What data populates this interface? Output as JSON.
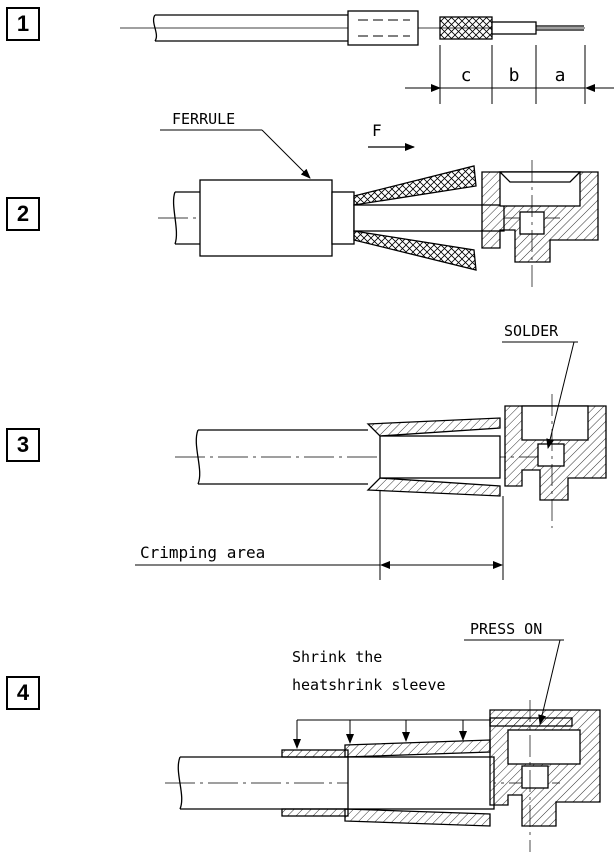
{
  "steps": [
    {
      "number": "1"
    },
    {
      "number": "2"
    },
    {
      "number": "3"
    },
    {
      "number": "4"
    }
  ],
  "step1": {
    "dim_c": "c",
    "dim_b": "b",
    "dim_a": "a"
  },
  "step2": {
    "ferrule_label": "FERRULE",
    "force_label": "F"
  },
  "step3": {
    "solder_label": "SOLDER",
    "crimp_label": "Crimping area"
  },
  "step4": {
    "shrink_line1": "Shrink the",
    "shrink_line2": "heatshrink sleeve",
    "press_label": "PRESS ON"
  }
}
